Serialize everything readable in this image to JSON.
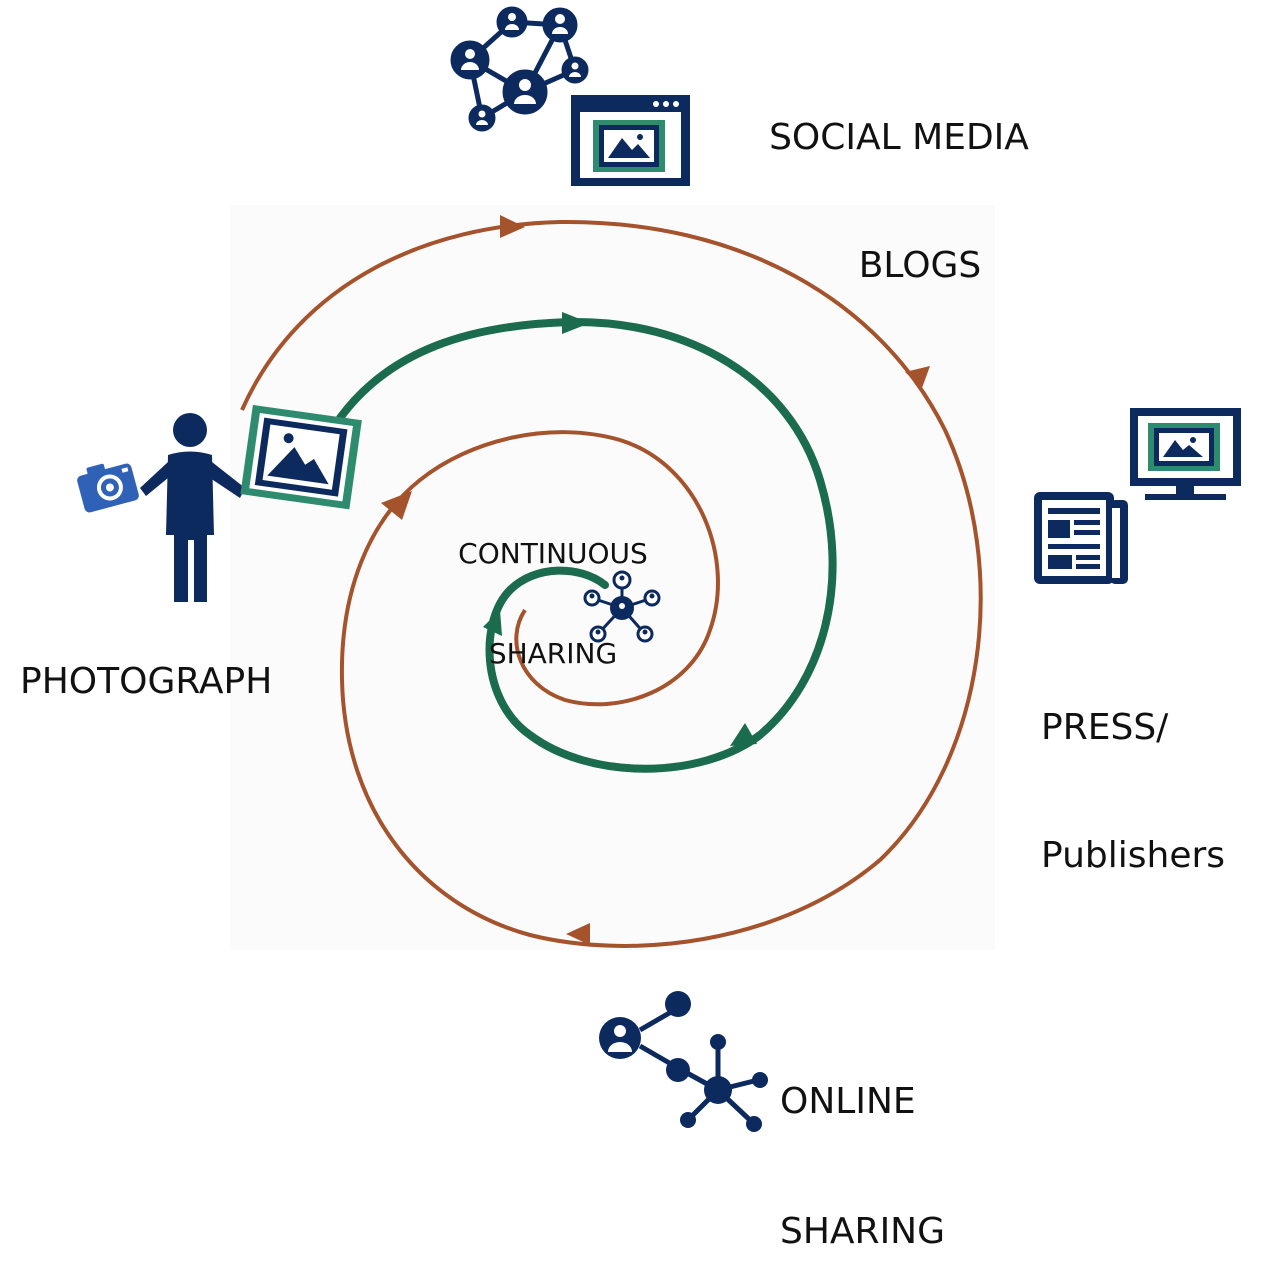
{
  "labels": {
    "social_media": [
      "SOCIAL MEDIA",
      "BLOGS"
    ],
    "photograph": "PHOTOGRAPH",
    "press": [
      "PRESS/",
      "Publishers"
    ],
    "center": [
      "CONTINUOUS",
      "SHARING"
    ],
    "online": [
      "ONLINE",
      "SHARING"
    ]
  },
  "colors": {
    "navy": "#0d2a5e",
    "green": "#1b6b4e",
    "teal": "#2e8b6e",
    "brown": "#a4532c",
    "camera_blue": "#2f62b7"
  },
  "icons": [
    "social-network-icon",
    "browser-image-icon",
    "monitor-image-icon",
    "newspaper-icon",
    "person-icon",
    "camera-icon",
    "framed-photo-icon",
    "network-hub-icon",
    "share-network-icon"
  ]
}
